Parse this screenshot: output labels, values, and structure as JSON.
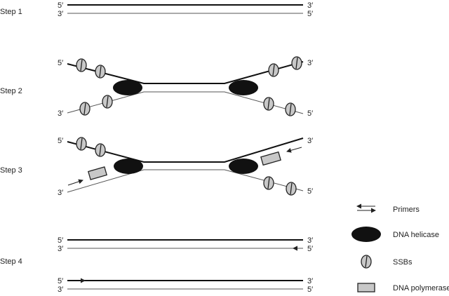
{
  "steps": {
    "step1": "Step 1",
    "step2": "Step 2",
    "step3": "Step 3",
    "step4": "Step 4"
  },
  "ends": {
    "five_prime": "5′",
    "three_prime": "3′"
  },
  "legend": {
    "primers": "Primers",
    "helicase": "DNA helicase",
    "ssbs": "SSBs",
    "polymerase": "DNA polymerase"
  }
}
